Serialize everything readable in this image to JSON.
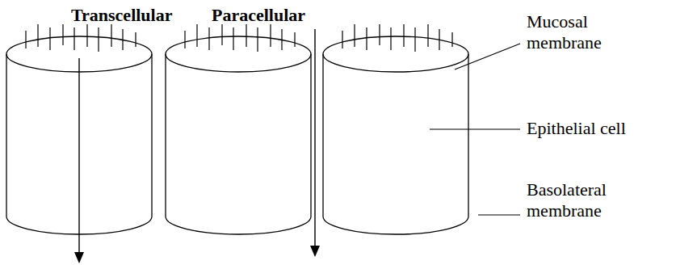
{
  "diagram": {
    "labels": [
      "Transcellular",
      "Paracellular",
      "Mucosal membrane",
      "Epithelial cell",
      "Basolateral membrane"
    ]
  }
}
